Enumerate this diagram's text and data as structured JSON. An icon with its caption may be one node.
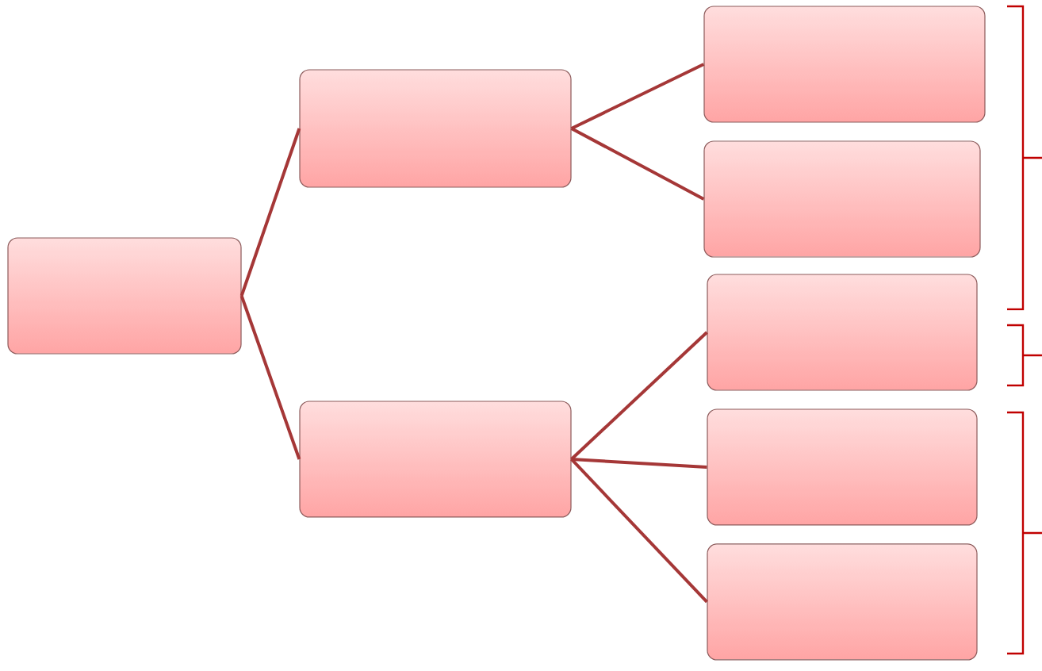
{
  "diagram": {
    "nodes": [
      {
        "text": [],
        "shape": "box"
      },
      {
        "text": [],
        "shape": "box"
      },
      {
        "text": [],
        "shape": "box"
      },
      {
        "text": [],
        "shape": "box"
      },
      {
        "text": [],
        "shape": "box"
      },
      {
        "text": [],
        "shape": "box"
      },
      {
        "text": [],
        "shape": "box"
      },
      {
        "text": [],
        "shape": "box"
      }
    ],
    "edges": [
      {
        "from": 0,
        "to": 1,
        "arrow": "none"
      },
      {
        "from": 0,
        "to": 2,
        "arrow": "none"
      },
      {
        "from": 1,
        "to": 3,
        "arrow": "none"
      },
      {
        "from": 1,
        "to": 4,
        "arrow": "none"
      },
      {
        "from": 2,
        "to": 5,
        "arrow": "none"
      },
      {
        "from": 2,
        "to": 6,
        "arrow": "none"
      },
      {
        "from": 2,
        "to": 7,
        "arrow": "none"
      }
    ]
  }
}
